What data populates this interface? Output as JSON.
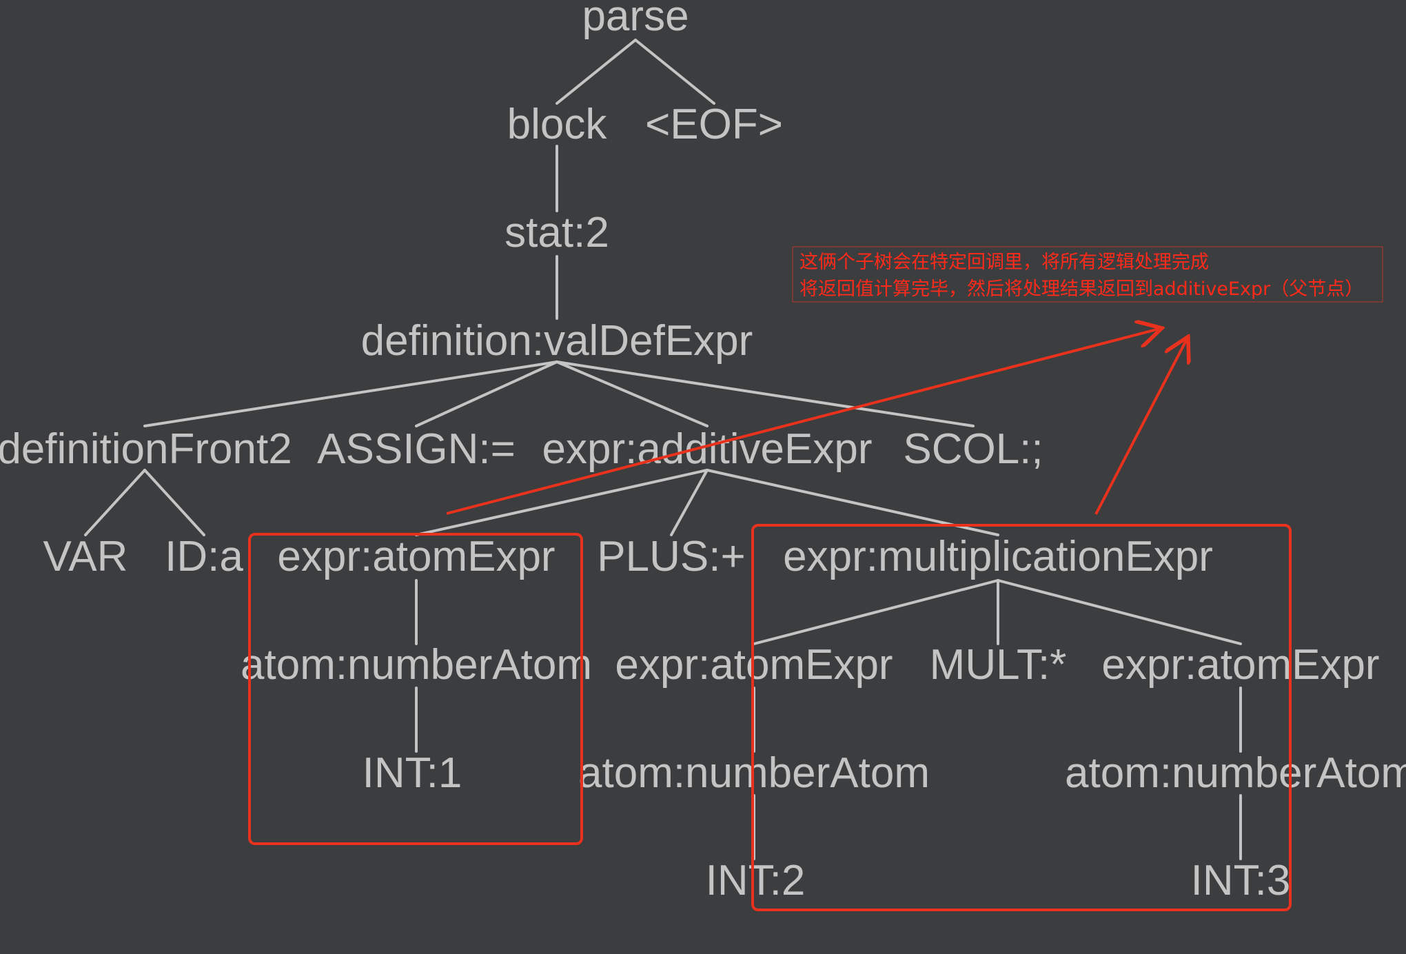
{
  "colors": {
    "background": "#3c3d3f",
    "node_text": "#c4c4c4",
    "edge": "#c4c4c4",
    "annotation": "#e8321e"
  },
  "nodes": {
    "parse": "parse",
    "block": "block",
    "eof": "<EOF>",
    "stat": "stat:2",
    "definition": "definition:valDefExpr",
    "definition_front": "definitionFront2",
    "assign": "ASSIGN:=",
    "additive_expr": "expr:additiveExpr",
    "scol": "SCOL:;",
    "var": "VAR",
    "id_a": "ID:a",
    "atom_expr_1": "expr:atomExpr",
    "plus": "PLUS:+",
    "multiplication_expr": "expr:multiplicationExpr",
    "number_atom_1": "atom:numberAtom",
    "atom_expr_2": "expr:atomExpr",
    "mult": "MULT:*",
    "atom_expr_3": "expr:atomExpr",
    "int_1": "INT:1",
    "number_atom_2": "atom:numberAtom",
    "number_atom_3": "atom:numberAtom",
    "int_2": "INT:2",
    "int_3": "INT:3"
  },
  "annotation": {
    "line1": "这俩个子树会在特定回调里，将所有逻辑处理完成",
    "line2": "将返回值计算完毕，然后将处理结果返回到additiveExpr（父节点）"
  }
}
